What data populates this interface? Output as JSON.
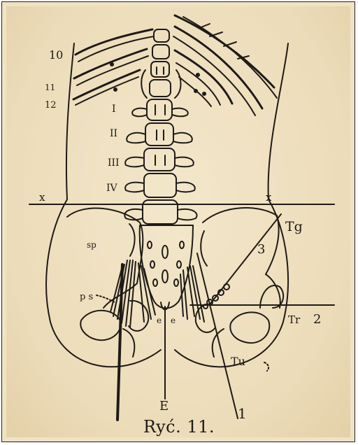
{
  "figure": {
    "caption": "Ryć. 11."
  },
  "labels": {
    "rib_10": "10",
    "rib_11": "11",
    "rib_12": "12",
    "vert_1": "I",
    "vert_2": "II",
    "vert_3": "III",
    "vert_4": "IV",
    "x_left": "x",
    "x_right": "x",
    "tg": "Tg",
    "three": "3",
    "sp": "sp",
    "ps": "p s",
    "tr": "Tr",
    "two": "2",
    "tu": "Tu",
    "e_left": "e",
    "e_right": "e",
    "E": "E",
    "one": "1"
  },
  "colors": {
    "ink": "#1e1a16",
    "paper": "#ecdcb9"
  }
}
